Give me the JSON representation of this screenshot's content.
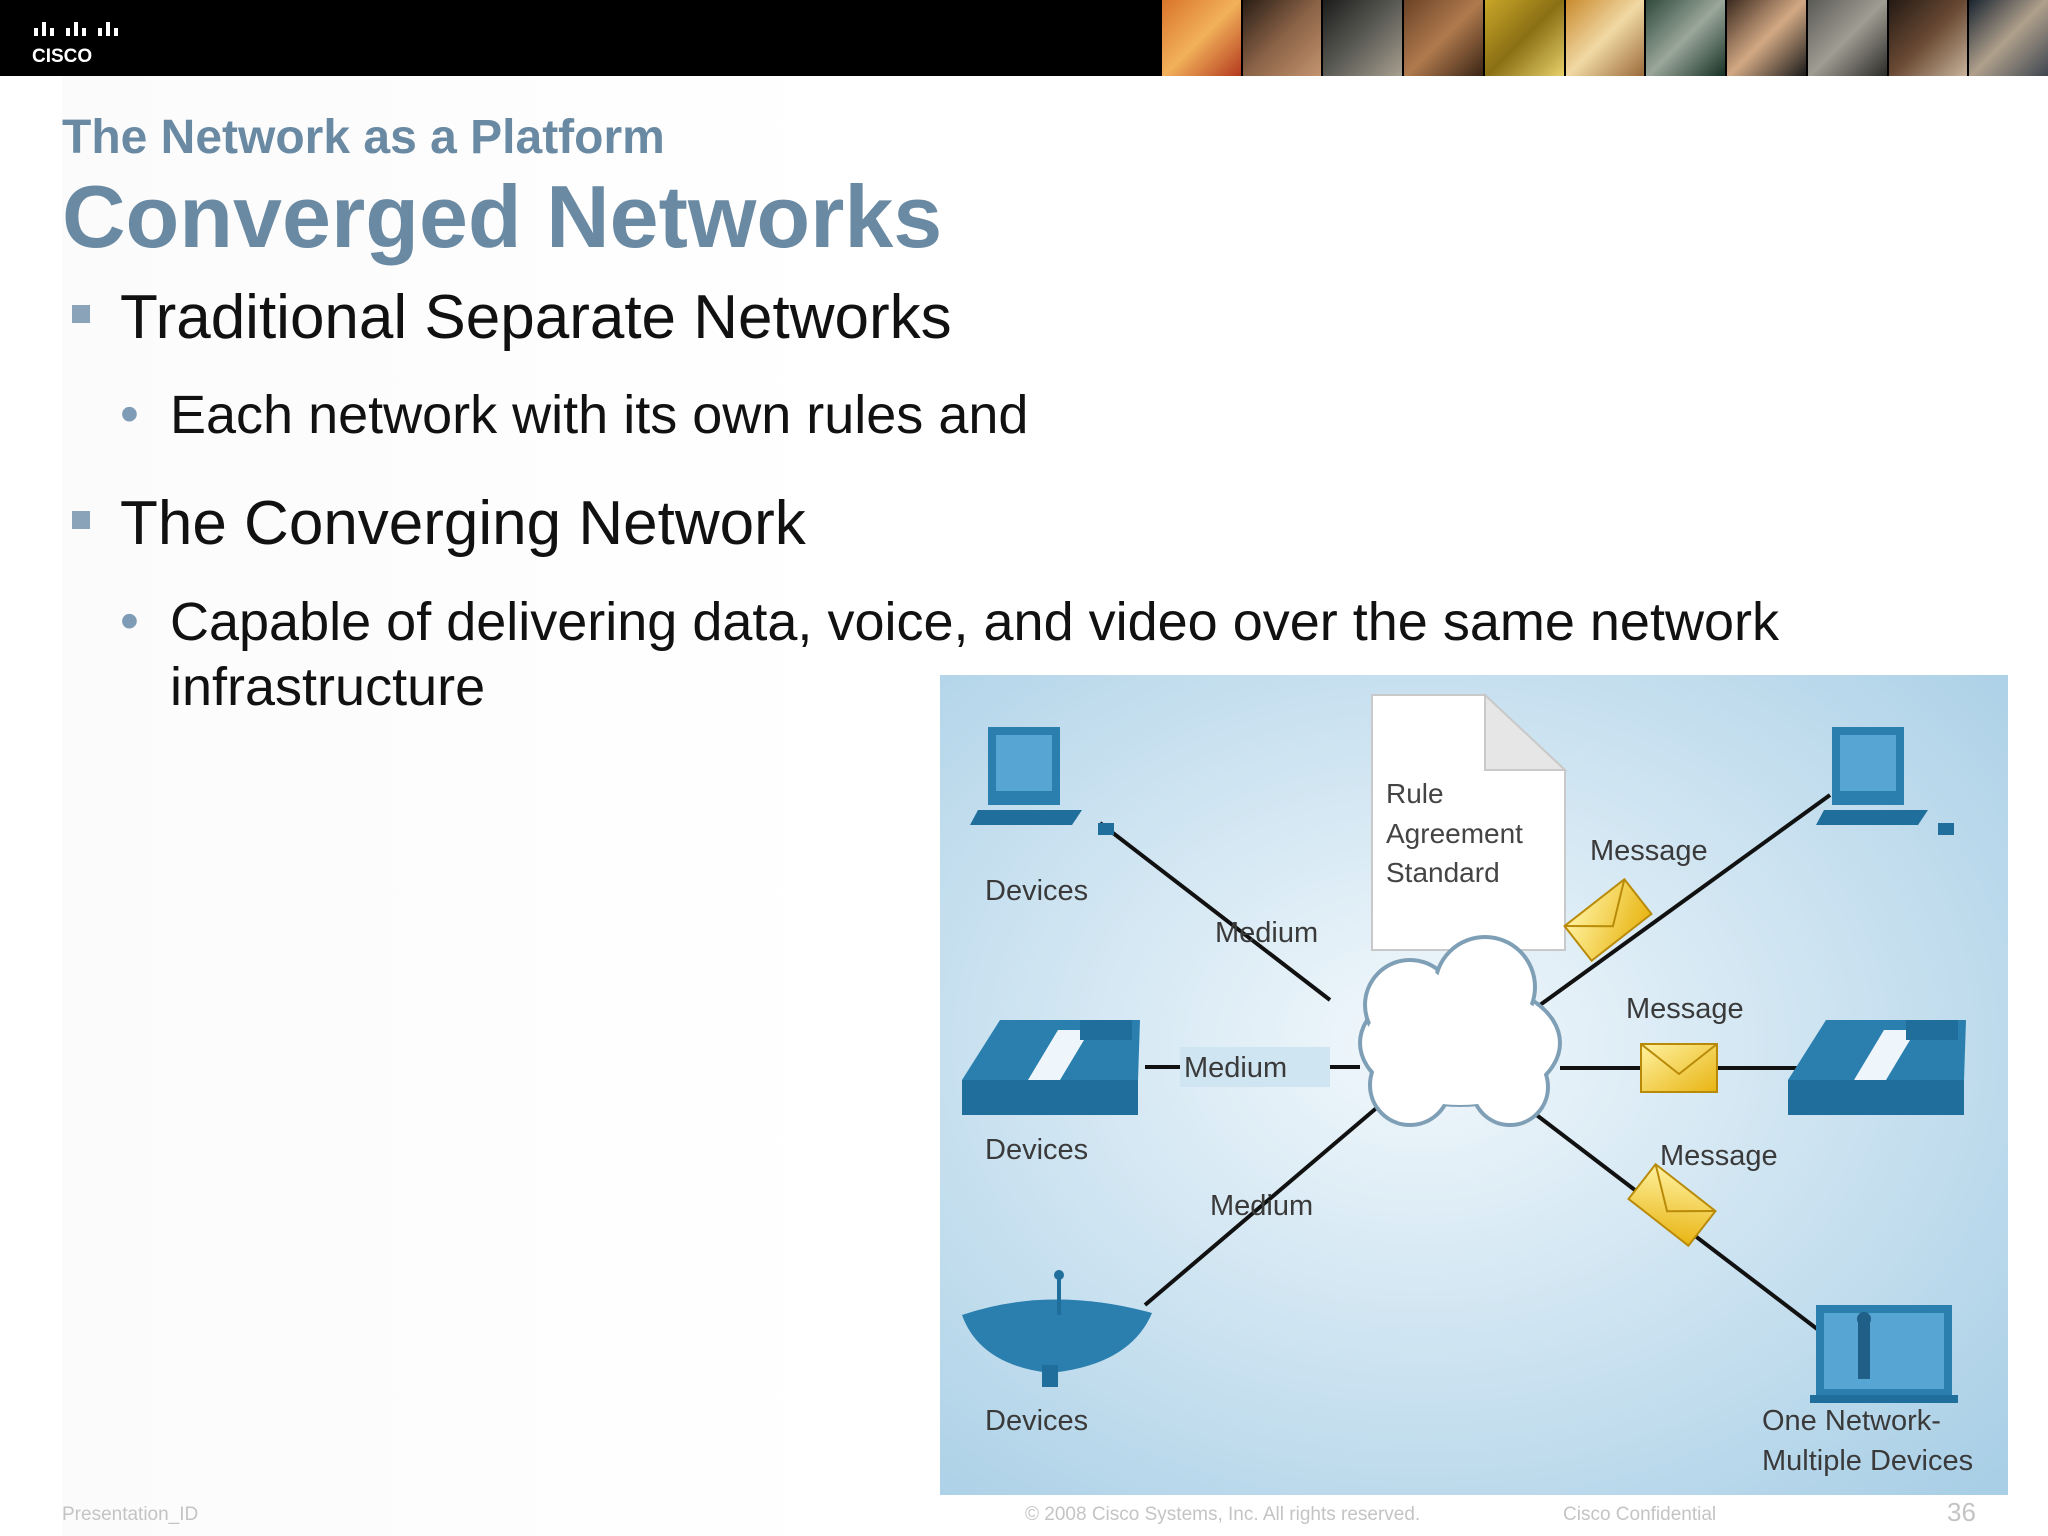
{
  "header": {
    "logo_text": "CISCO"
  },
  "slide": {
    "subtitle": "The Network as a Platform",
    "title": "Converged Networks",
    "bullets": [
      {
        "text": "Traditional Separate Networks",
        "sub": [
          "Each network with its own rules and"
        ]
      },
      {
        "text": "The Converging Network",
        "sub": [
          "Capable of delivering data, voice, and video over the same network infrastructure"
        ]
      }
    ]
  },
  "diagram": {
    "rule_doc": [
      "Rule",
      "Agreement",
      "Standard"
    ],
    "devices_label": "Devices",
    "medium_label": "Medium",
    "message_label": "Message",
    "one_network": [
      "One Network-",
      "Multiple Devices"
    ]
  },
  "footer": {
    "presentation_id": "Presentation_ID",
    "copyright": "© 2008 Cisco Systems, Inc. All rights reserved.",
    "confidential": "Cisco Confidential",
    "page_number": "36"
  }
}
